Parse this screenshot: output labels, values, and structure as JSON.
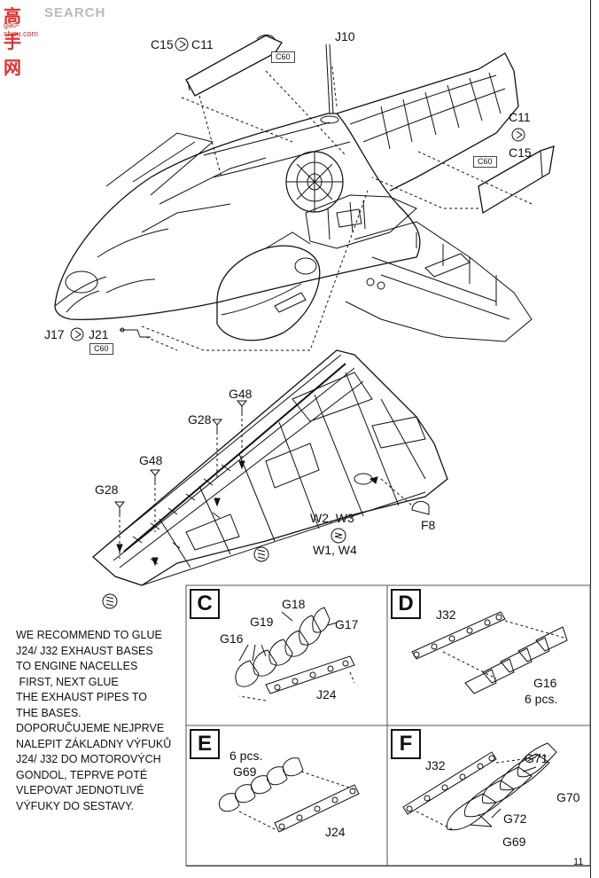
{
  "watermark": {
    "logo": "高手网",
    "url": "gao-shou.com",
    "search": "SEARCH"
  },
  "main": {
    "labels": {
      "c15_top": "C15",
      "c11_top": "C11",
      "c60_top": "C60",
      "j10": "J10",
      "c11_right": "C11",
      "c15_right": "C15",
      "c60_right": "C60",
      "j17": "J17",
      "j21": "J21",
      "c60_left": "C60"
    }
  },
  "wing": {
    "labels": {
      "g48_a": "G48",
      "g28_a": "G28",
      "g48_b": "G48",
      "g28_b": "G28",
      "w2w3": "W2, W3",
      "w1w4": "W1, W4",
      "f8": "F8"
    }
  },
  "note": {
    "lines": [
      "WE RECOMMEND TO GLUE",
      "J24/ J32 EXHAUST BASES",
      "TO ENGINE NACELLES",
      " FIRST, NEXT GLUE",
      "THE EXHAUST PIPES TO",
      "THE BASES.",
      "DOPORUČUJEME NEJPRVE",
      "NALEPIT ZÁKLADNY VÝFUKŮ",
      "J24/ J32 DO MOTOROVÝCH",
      "GONDOL, TEPRVE POTÉ",
      "VLEPOVAT JEDNOTLIVÉ",
      "VÝFUKY DO SESTAVY."
    ]
  },
  "panels": {
    "c": {
      "letter": "C",
      "g18": "G18",
      "g19": "G19",
      "g17": "G17",
      "g16": "G16",
      "j24": "J24"
    },
    "d": {
      "letter": "D",
      "j32": "J32",
      "g16": "G16",
      "pcs": "6 pcs."
    },
    "e": {
      "letter": "E",
      "pcs": "6 pcs.",
      "g69": "G69",
      "j24": "J24"
    },
    "f": {
      "letter": "F",
      "j32": "J32",
      "g71": "G71",
      "g70": "G70",
      "g72": "G72",
      "g69": "G69"
    }
  },
  "page_number": "11"
}
